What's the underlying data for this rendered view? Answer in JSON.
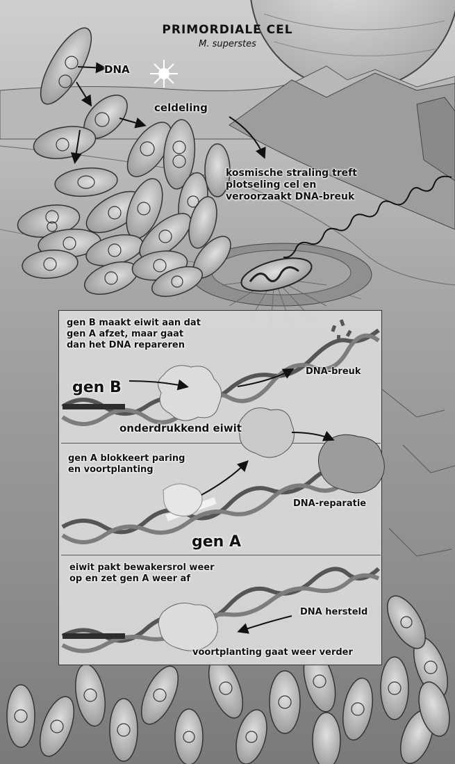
{
  "title": "PRIMORDIALE CEL",
  "subtitle": "M. superstes",
  "labels": {
    "dna": "DNA",
    "celdeling": "celdeling",
    "straling": "kosmische straling treft\nplotseling cel en\nveroorzaakt DNA-breuk",
    "genB_text": "gen B maakt eiwit aan dat\ngen A afzet, maar gaat\ndan het DNA repareren",
    "genB": "gen B",
    "dna_breuk": "DNA-breuk",
    "onderdrukkend": "onderdrukkend eiwit",
    "genA_text": "gen A blokkeert paring\nen voortplanting",
    "dna_reparatie": "DNA-reparatie",
    "genA": "gen A",
    "eiwit_text": "eiwit pakt bewakersrol weer\nop en zet gen A weer af",
    "dna_hersteld": "DNA hersteld",
    "voortplanting": "voortplanting gaat weer verder"
  }
}
